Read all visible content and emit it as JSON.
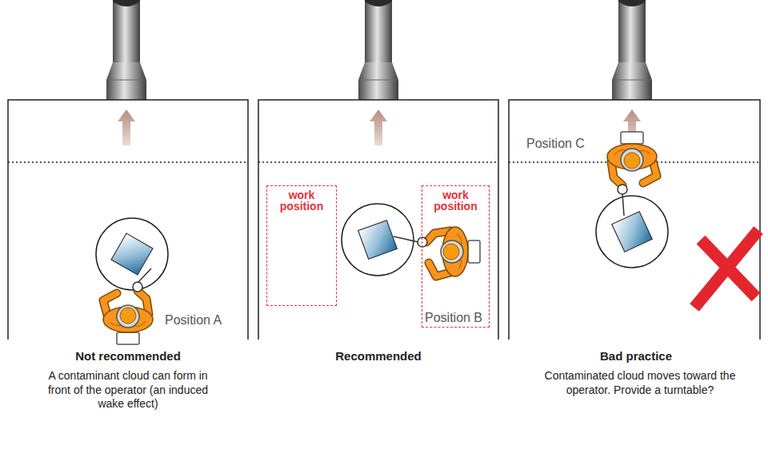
{
  "diagram": {
    "nodes": [
      {
        "text": [
          "work position"
        ]
      },
      {
        "text": [
          "work position",
          "Position B"
        ]
      }
    ],
    "labels": [
      "Position A",
      "Position C",
      "Not recommended",
      "A contaminant cloud can form in front of the operator (an induced wake effect)",
      "Recommended",
      "Bad practice",
      "Contaminated cloud moves toward the operator. Provide a turntable?"
    ]
  }
}
